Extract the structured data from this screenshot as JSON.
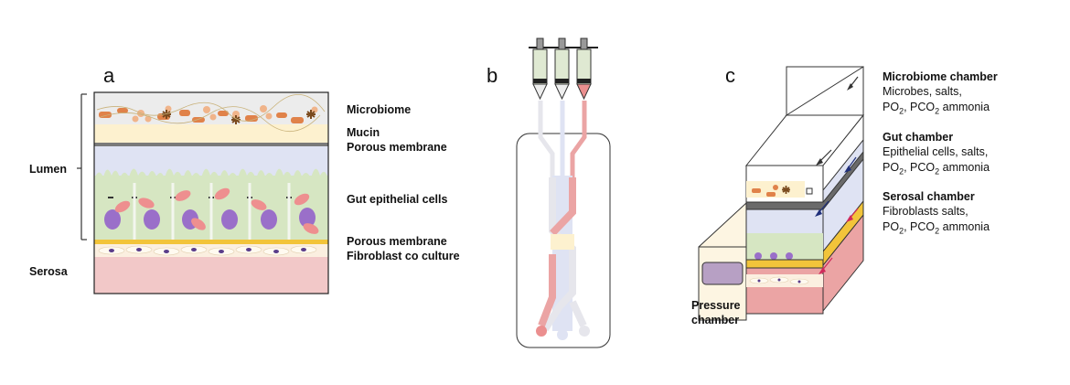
{
  "panels": {
    "a": {
      "letter": "a",
      "side_labels": {
        "lumen": "Lumen",
        "serosa": "Serosa"
      },
      "layer_labels": {
        "microbiome": "Microbiome",
        "mucin": "Mucin",
        "porous_membrane_top": "Porous membrane",
        "gut_epithelial": "Gut epithelial cells",
        "porous_membrane_bottom": "Porous membrane",
        "fibroblast": "Fibroblast co culture"
      }
    },
    "b": {
      "letter": "b"
    },
    "c": {
      "letter": "c",
      "microbiome_chamber": {
        "title": "Microbiome chamber",
        "line1": "Microbes, salts,",
        "po2": "PO",
        "po2_sub": "2",
        "pco2": ", PCO",
        "pco2_sub": "2",
        "tail": " ammonia"
      },
      "gut_chamber": {
        "title": "Gut chamber",
        "line1": "Epithelial cells, salts,",
        "po2": "PO",
        "po2_sub": "2",
        "pco2": ", PCO",
        "pco2_sub": "2",
        "tail": " ammonia"
      },
      "serosal_chamber": {
        "title": "Serosal chamber",
        "line1": "Fibroblasts salts,",
        "po2": "PO",
        "po2_sub": "2",
        "pco2": ", PCO",
        "pco2_sub": "2",
        "tail": " ammonia"
      },
      "pressure_chamber": {
        "line1": "Pressure",
        "line2": "chamber"
      }
    }
  },
  "colors": {
    "microbiome_bg": "#ececec",
    "mucin": "#fdf1cf",
    "membrane": "#7a7a7a",
    "lumen": "#dfe3f3",
    "epithelial": "#d6e6c2",
    "nucleus": "#9a6fc9",
    "rbc": "#ee8f8f",
    "yellow_membrane": "#f2c43a",
    "serosa": "#f2c8c8",
    "channel_blue": "#d9def4",
    "channel_red": "#eba4a4",
    "syringe_body": "#dfe9d2",
    "syringe_red": "#eb8f8f",
    "pressure_purple": "#b7a0c4"
  }
}
